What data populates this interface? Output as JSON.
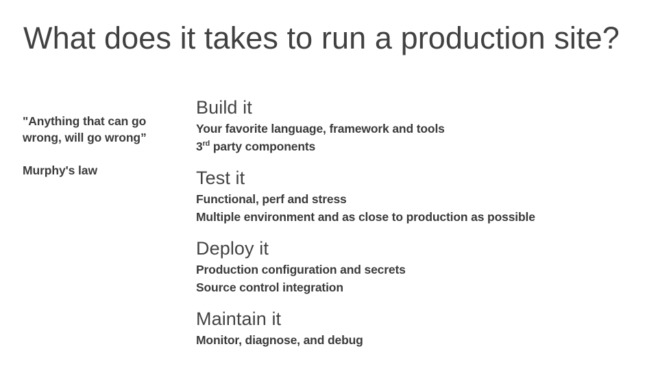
{
  "slide": {
    "title": "What does it takes to run a production site?",
    "background_color": "#ffffff",
    "title_color": "#414141",
    "heading_color": "#434343",
    "body_color": "#3a3a3a"
  },
  "quote": {
    "text": "\"Anything that can go wrong, will go wrong”",
    "attribution": "Murphy's law"
  },
  "sections": [
    {
      "heading": "Build it",
      "lines": [
        {
          "prefix": "Your favorite language, framework and tools",
          "sup": "",
          "suffix": ""
        },
        {
          "prefix": "3",
          "sup": "rd",
          "suffix": " party components"
        }
      ]
    },
    {
      "heading": "Test it",
      "lines": [
        {
          "prefix": "Functional, perf and stress",
          "sup": "",
          "suffix": ""
        },
        {
          "prefix": "Multiple environment and as close to production as possible",
          "sup": "",
          "suffix": ""
        }
      ]
    },
    {
      "heading": "Deploy it",
      "lines": [
        {
          "prefix": "Production configuration and secrets",
          "sup": "",
          "suffix": ""
        },
        {
          "prefix": "Source control integration",
          "sup": "",
          "suffix": ""
        }
      ]
    },
    {
      "heading": "Maintain it",
      "lines": [
        {
          "prefix": "Monitor, diagnose, and debug",
          "sup": "",
          "suffix": ""
        }
      ]
    }
  ]
}
